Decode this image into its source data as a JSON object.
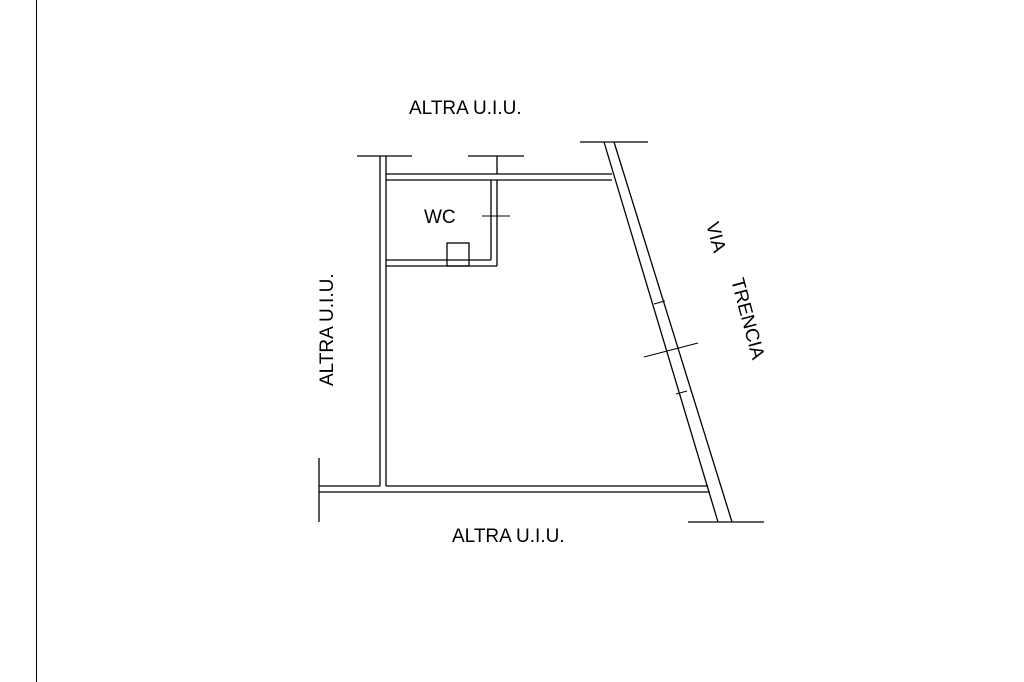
{
  "labels": {
    "top_neighbor": "ALTRA U.I.U.",
    "left_neighbor": "ALTRA U.I.U.",
    "bottom_neighbor": "ALTRA U.I.U.",
    "wc": "WC",
    "street_word1": "VIA",
    "street_word2": "TRENCIA"
  },
  "colors": {
    "line": "#000000",
    "background": "#ffffff"
  }
}
